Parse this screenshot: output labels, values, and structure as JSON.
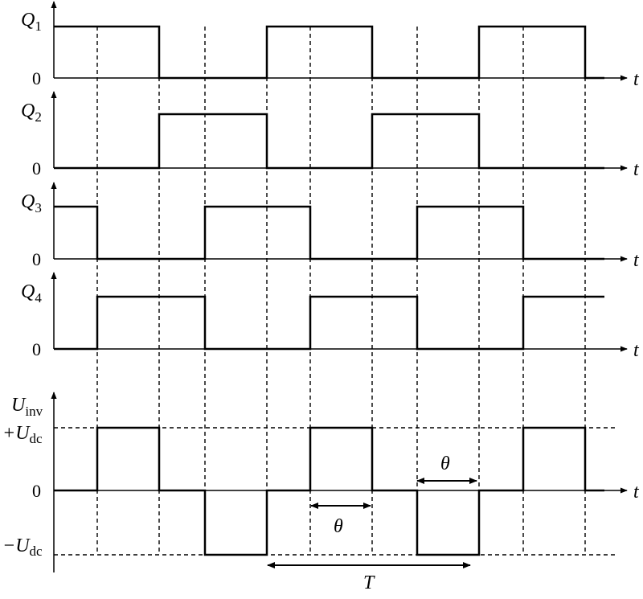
{
  "signals": [
    {
      "id": "q1",
      "label_main": "Q",
      "label_sub": "1",
      "zero_label": "0",
      "axis_label": "t",
      "levels": [
        1,
        1,
        0,
        0,
        1,
        1,
        0,
        0,
        1,
        1,
        0
      ]
    },
    {
      "id": "q2",
      "label_main": "Q",
      "label_sub": "2",
      "zero_label": "0",
      "axis_label": "t",
      "levels": [
        0,
        0,
        1,
        1,
        0,
        0,
        1,
        1,
        0,
        0,
        0
      ]
    },
    {
      "id": "q3",
      "label_main": "Q",
      "label_sub": "3",
      "zero_label": "0",
      "axis_label": "t",
      "levels": [
        1,
        0,
        0,
        1,
        1,
        0,
        0,
        1,
        1,
        0,
        0
      ]
    },
    {
      "id": "q4",
      "label_main": "Q",
      "label_sub": "4",
      "zero_label": "0",
      "axis_label": "t",
      "levels": [
        0,
        1,
        1,
        0,
        0,
        1,
        1,
        0,
        0,
        1,
        1
      ]
    }
  ],
  "output": {
    "label_main": "U",
    "label_sub": "inv",
    "pos_label_prefix": "+U",
    "pos_label_sub": "dc",
    "neg_label_prefix": "−U",
    "neg_label_sub": "dc",
    "zero_label": "0",
    "axis_label": "t",
    "levels": [
      0,
      1,
      0,
      -1,
      0,
      1,
      0,
      -1,
      0,
      1,
      0
    ]
  },
  "annotations": {
    "theta_label": "θ",
    "period_label": "T"
  }
}
